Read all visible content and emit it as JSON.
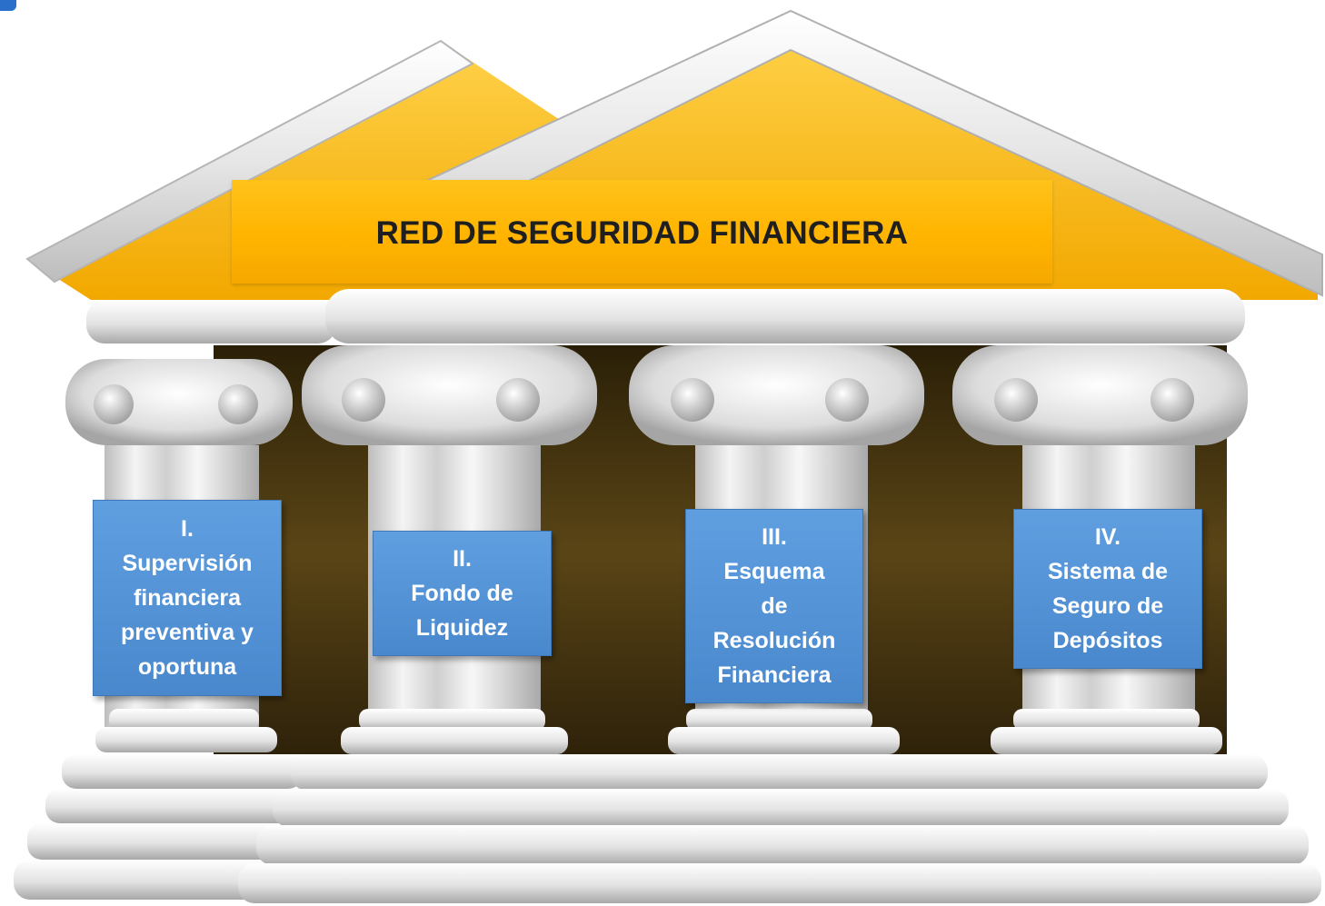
{
  "title": "RED DE SEGURIDAD FINANCIERA",
  "pillars": [
    {
      "lines": [
        "I.",
        "Supervisión",
        "financiera",
        "preventiva y",
        "oportuna"
      ]
    },
    {
      "lines": [
        "II.",
        "Fondo de",
        "Liquidez"
      ]
    },
    {
      "lines": [
        "III.",
        "Esquema",
        "de",
        "Resolución",
        "Financiera"
      ]
    },
    {
      "lines": [
        "IV.",
        "Sistema de",
        "Seguro de",
        "Depósitos"
      ]
    }
  ],
  "colors": {
    "roof_gold": "#ffb400",
    "column_white": "#eeeeee",
    "interior_brown": "#4a3a14",
    "box_blue": "#4f8fd4",
    "title_text": "#1f1f1f"
  }
}
